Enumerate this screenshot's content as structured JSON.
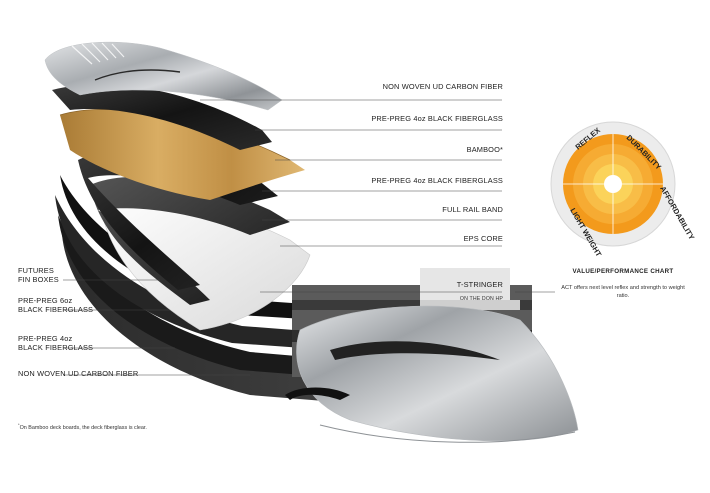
{
  "right_labels": [
    {
      "id": "non-woven-ud-carbon-top",
      "text": "NON WOVEN UD CARBON FIBER"
    },
    {
      "id": "pre-preg-top-1",
      "text": "PRE-PREG 4oz BLACK FIBERGLASS"
    },
    {
      "id": "bamboo",
      "text": "BAMBOO*"
    },
    {
      "id": "pre-preg-top-2",
      "text": "PRE-PREG 4oz BLACK FIBERGLASS"
    },
    {
      "id": "full-rail-band",
      "text": "FULL RAIL BAND"
    },
    {
      "id": "eps-core",
      "text": "EPS CORE"
    },
    {
      "id": "t-stringer",
      "text": "T-STRINGER"
    },
    {
      "id": "t-stringer-sub",
      "text": "ON THE DON HP"
    }
  ],
  "left_labels": [
    {
      "id": "futures-fin-boxes",
      "lines": [
        "FUTURES",
        "FIN BOXES"
      ]
    },
    {
      "id": "pre-preg-6oz",
      "lines": [
        "PRE-PREG 6oz",
        "BLACK FIBERGLASS"
      ]
    },
    {
      "id": "pre-preg-4oz-bottom",
      "lines": [
        "PRE-PREG 4oz",
        "BLACK FIBERGLASS"
      ]
    },
    {
      "id": "non-woven-ud-carbon-bottom",
      "lines": [
        "NON WOVEN UD CARBON FIBER"
      ]
    }
  ],
  "chart": {
    "quadrant_labels": [
      "REFLEX",
      "DURABILITY",
      "AFFORDABILITY",
      "LIGHT WEIGHT"
    ],
    "title": "VALUE/PERFORMANCE CHART",
    "description": "ACT offers next level reflex and strength to weight ratio."
  },
  "footnote": {
    "mark": "*",
    "text": "On Bamboo deck boards, the deck fiberglass is clear."
  },
  "colors": {
    "carbon_grey": "#b9bcbf",
    "black_glass": "#1c1c1c",
    "bamboo": "#c89a4c",
    "eps": "#f2f2f2",
    "chart_orange": "#f39a1c",
    "chart_yellow": "#fbd35a"
  }
}
